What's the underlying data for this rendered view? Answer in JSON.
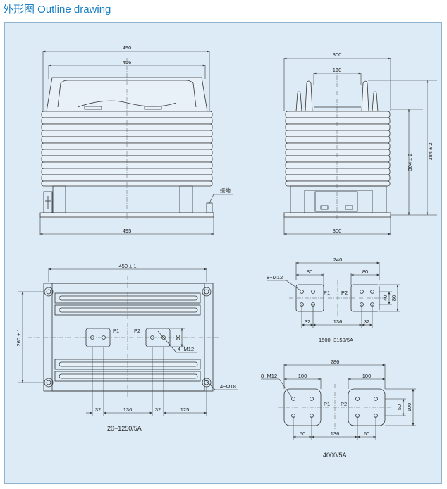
{
  "title": "外形图 Outline drawing",
  "colors": {
    "title": "#1a7fc4",
    "frame_bg": "#dcebf6",
    "frame_border": "#8fb3cf",
    "line": "#333333"
  },
  "front_view": {
    "top_width": "490",
    "inner_width": "456",
    "base_width": "495",
    "ground_label": "接地"
  },
  "side_view": {
    "top_width": "300",
    "terminal_spacing": "130",
    "base_width": "300",
    "height_1": "304 ± 2",
    "height_2": "384 ± 2"
  },
  "bottom_view": {
    "width": "450 ± 1",
    "height": "260 ± 1",
    "p1": "P1",
    "p2": "P2",
    "terminal_h": "60",
    "bolt_label": "4−M12",
    "hole_label": "4−Φ18",
    "dims": [
      "32",
      "136",
      "32",
      "125"
    ],
    "caption": "20−1250/5A"
  },
  "detail_1500": {
    "overall": "240",
    "pad_left": "80",
    "pad_right": "80",
    "bolt_label": "8−M12",
    "p1": "P1",
    "p2": "P2",
    "h_inner": "40",
    "h_outer": "80",
    "dims": [
      "32",
      "136",
      "32"
    ],
    "caption": "1500−3150/5A"
  },
  "detail_4000": {
    "overall": "286",
    "pad_left": "100",
    "pad_right": "100",
    "bolt_label": "8−M12",
    "p1": "P1",
    "p2": "P2",
    "h_inner": "50",
    "h_outer": "100",
    "dims": [
      "50",
      "136",
      "50"
    ],
    "caption": "4000/5A"
  }
}
